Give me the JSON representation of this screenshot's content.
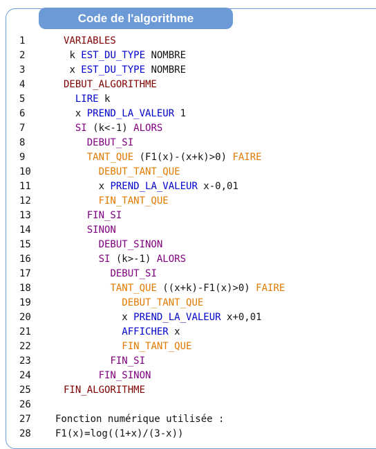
{
  "title": "Code de l'algorithme",
  "lines": [
    {
      "n": "1",
      "indent": 0,
      "parts": [
        {
          "t": "VARIABLES",
          "c": "kw-var"
        }
      ]
    },
    {
      "n": "2",
      "indent": 1,
      "parts": [
        {
          "t": "k ",
          "c": "t"
        },
        {
          "t": "EST_DU_TYPE",
          "c": "kw-type"
        },
        {
          "t": " NOMBRE",
          "c": "t"
        }
      ]
    },
    {
      "n": "3",
      "indent": 1,
      "parts": [
        {
          "t": "x ",
          "c": "t"
        },
        {
          "t": "EST_DU_TYPE",
          "c": "kw-type"
        },
        {
          "t": " NOMBRE",
          "c": "t"
        }
      ]
    },
    {
      "n": "4",
      "indent": 0,
      "parts": [
        {
          "t": "DEBUT_ALGORITHME",
          "c": "kw-var"
        }
      ]
    },
    {
      "n": "5",
      "indent": 2,
      "parts": [
        {
          "t": "LIRE",
          "c": "kw-io"
        },
        {
          "t": " k",
          "c": "t"
        }
      ]
    },
    {
      "n": "6",
      "indent": 2,
      "parts": [
        {
          "t": "x ",
          "c": "t"
        },
        {
          "t": "PREND_LA_VALEUR",
          "c": "kw-type"
        },
        {
          "t": " 1",
          "c": "t"
        }
      ]
    },
    {
      "n": "7",
      "indent": 2,
      "parts": [
        {
          "t": "SI",
          "c": "kw-if"
        },
        {
          "t": " (k<-1) ",
          "c": "t"
        },
        {
          "t": "ALORS",
          "c": "kw-if"
        }
      ]
    },
    {
      "n": "8",
      "indent": 4,
      "parts": [
        {
          "t": "DEBUT_SI",
          "c": "kw-if"
        }
      ]
    },
    {
      "n": "9",
      "indent": 4,
      "parts": [
        {
          "t": "TANT_QUE",
          "c": "kw-loop"
        },
        {
          "t": " (F1(x)-(x+k)>0) ",
          "c": "t"
        },
        {
          "t": "FAIRE",
          "c": "kw-loop"
        }
      ]
    },
    {
      "n": "10",
      "indent": 6,
      "parts": [
        {
          "t": "DEBUT_TANT_QUE",
          "c": "kw-loop"
        }
      ]
    },
    {
      "n": "11",
      "indent": 6,
      "parts": [
        {
          "t": "x ",
          "c": "t"
        },
        {
          "t": "PREND_LA_VALEUR",
          "c": "kw-type"
        },
        {
          "t": " x-0,01",
          "c": "t"
        }
      ]
    },
    {
      "n": "12",
      "indent": 6,
      "parts": [
        {
          "t": "FIN_TANT_QUE",
          "c": "kw-loop"
        }
      ]
    },
    {
      "n": "13",
      "indent": 4,
      "parts": [
        {
          "t": "FIN_SI",
          "c": "kw-if"
        }
      ]
    },
    {
      "n": "14",
      "indent": 4,
      "parts": [
        {
          "t": "SINON",
          "c": "kw-if"
        }
      ]
    },
    {
      "n": "15",
      "indent": 6,
      "parts": [
        {
          "t": "DEBUT_SINON",
          "c": "kw-if"
        }
      ]
    },
    {
      "n": "16",
      "indent": 6,
      "parts": [
        {
          "t": "SI",
          "c": "kw-if"
        },
        {
          "t": " (k>-1) ",
          "c": "t"
        },
        {
          "t": "ALORS",
          "c": "kw-if"
        }
      ]
    },
    {
      "n": "17",
      "indent": 8,
      "parts": [
        {
          "t": "DEBUT_SI",
          "c": "kw-if"
        }
      ]
    },
    {
      "n": "18",
      "indent": 8,
      "parts": [
        {
          "t": "TANT_QUE",
          "c": "kw-loop"
        },
        {
          "t": " ((x+k)-F1(x)>0) ",
          "c": "t"
        },
        {
          "t": "FAIRE",
          "c": "kw-loop"
        }
      ]
    },
    {
      "n": "19",
      "indent": 10,
      "parts": [
        {
          "t": "DEBUT_TANT_QUE",
          "c": "kw-loop"
        }
      ]
    },
    {
      "n": "20",
      "indent": 10,
      "parts": [
        {
          "t": "x ",
          "c": "t"
        },
        {
          "t": "PREND_LA_VALEUR",
          "c": "kw-type"
        },
        {
          "t": " x+0,01",
          "c": "t"
        }
      ]
    },
    {
      "n": "21",
      "indent": 10,
      "parts": [
        {
          "t": "AFFICHER",
          "c": "kw-io"
        },
        {
          "t": " x",
          "c": "t"
        }
      ]
    },
    {
      "n": "22",
      "indent": 10,
      "parts": [
        {
          "t": "FIN_TANT_QUE",
          "c": "kw-loop"
        }
      ]
    },
    {
      "n": "23",
      "indent": 8,
      "parts": [
        {
          "t": "FIN_SI",
          "c": "kw-if"
        }
      ]
    },
    {
      "n": "24",
      "indent": 6,
      "parts": [
        {
          "t": "FIN_SINON",
          "c": "kw-if"
        }
      ]
    },
    {
      "n": "25",
      "indent": 0,
      "parts": [
        {
          "t": "FIN_ALGORITHME",
          "c": "kw-var"
        }
      ]
    },
    {
      "n": "26",
      "indent": 0,
      "parts": []
    },
    {
      "n": "27",
      "indent": 0,
      "tight": true,
      "parts": [
        {
          "t": "Fonction numérique utilisée :",
          "c": "t"
        }
      ]
    },
    {
      "n": "28",
      "indent": 0,
      "tight": true,
      "parts": [
        {
          "t": "F1(x)=log((1+x)/(3-x))",
          "c": "t"
        }
      ]
    }
  ],
  "colors": {
    "accent": "#6c9ad7",
    "variables": "#800000",
    "type_keyword": "#0000cc",
    "condition_keyword": "#800080",
    "loop_keyword": "#e27a00"
  }
}
